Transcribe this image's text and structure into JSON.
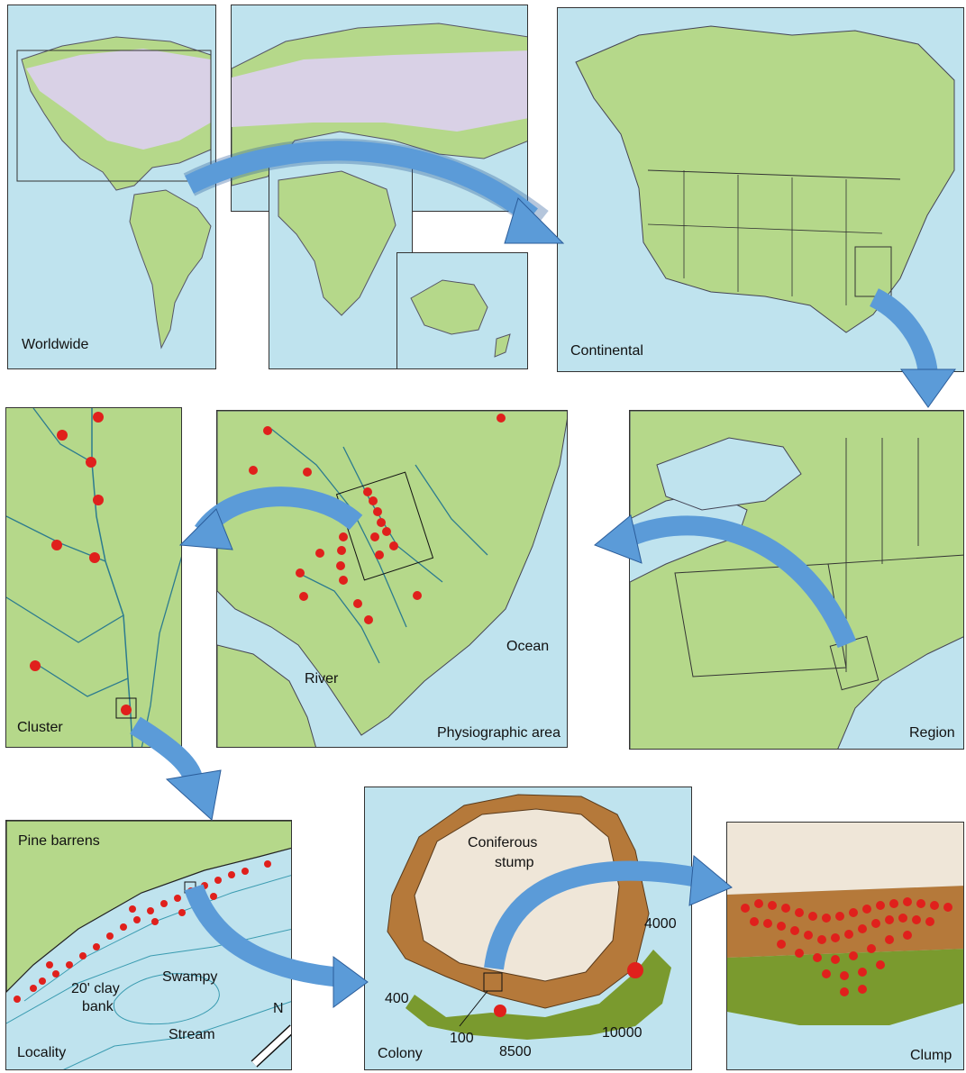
{
  "panels": {
    "worldwide": {
      "label": "Worldwide"
    },
    "continental": {
      "label": "Continental"
    },
    "cluster": {
      "label": "Cluster"
    },
    "physiographic": {
      "label": "Physiographic area",
      "river": "River",
      "ocean": "Ocean"
    },
    "region": {
      "label": "Region"
    },
    "locality": {
      "label": "Locality",
      "pine": "Pine barrens",
      "clay1": "20' clay",
      "clay2": "bank",
      "swampy": "Swampy",
      "stream": "Stream",
      "north": "N"
    },
    "colony": {
      "label": "Colony",
      "stump1": "Coniferous",
      "stump2": "stump",
      "n4000": "4000",
      "n400": "400",
      "n100": "100",
      "n8500": "8500",
      "n10000": "10000"
    },
    "clump": {
      "label": "Clump"
    }
  },
  "colors": {
    "water": "#bfe3ee",
    "land": "#b5d88a",
    "range": "#d9d1e6",
    "dot": "#e0201c",
    "arrow": "#5b9bd8",
    "river": "#2c7b8f",
    "bark": "#b5793a",
    "moss": "#7a9a2e"
  }
}
